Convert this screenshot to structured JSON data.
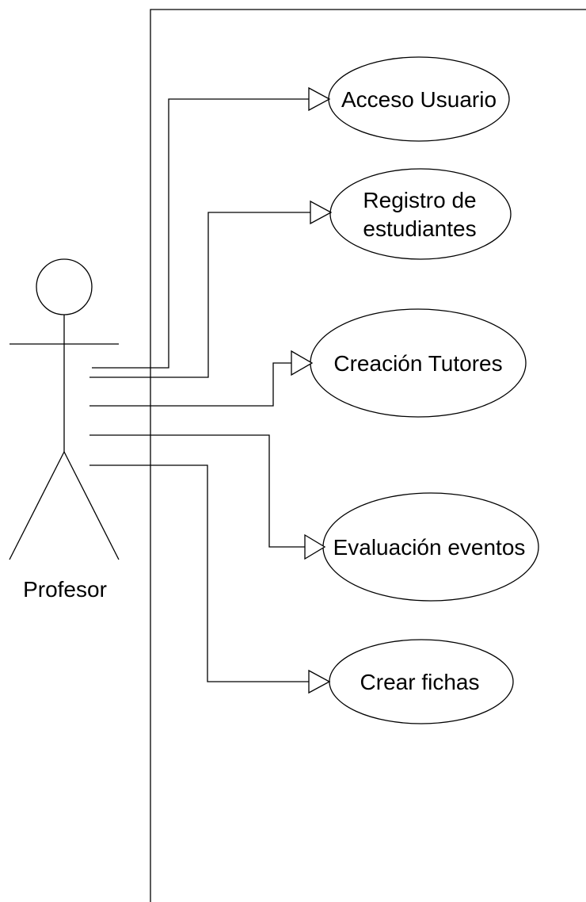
{
  "actor": {
    "name": "Profesor"
  },
  "use_cases": [
    {
      "lines": [
        "Acceso Usuario"
      ]
    },
    {
      "lines": [
        "Registro de",
        "estudiantes"
      ]
    },
    {
      "lines": [
        "Creación Tutores"
      ]
    },
    {
      "lines": [
        "Evaluación eventos"
      ]
    },
    {
      "lines": [
        "Crear fichas"
      ]
    }
  ]
}
